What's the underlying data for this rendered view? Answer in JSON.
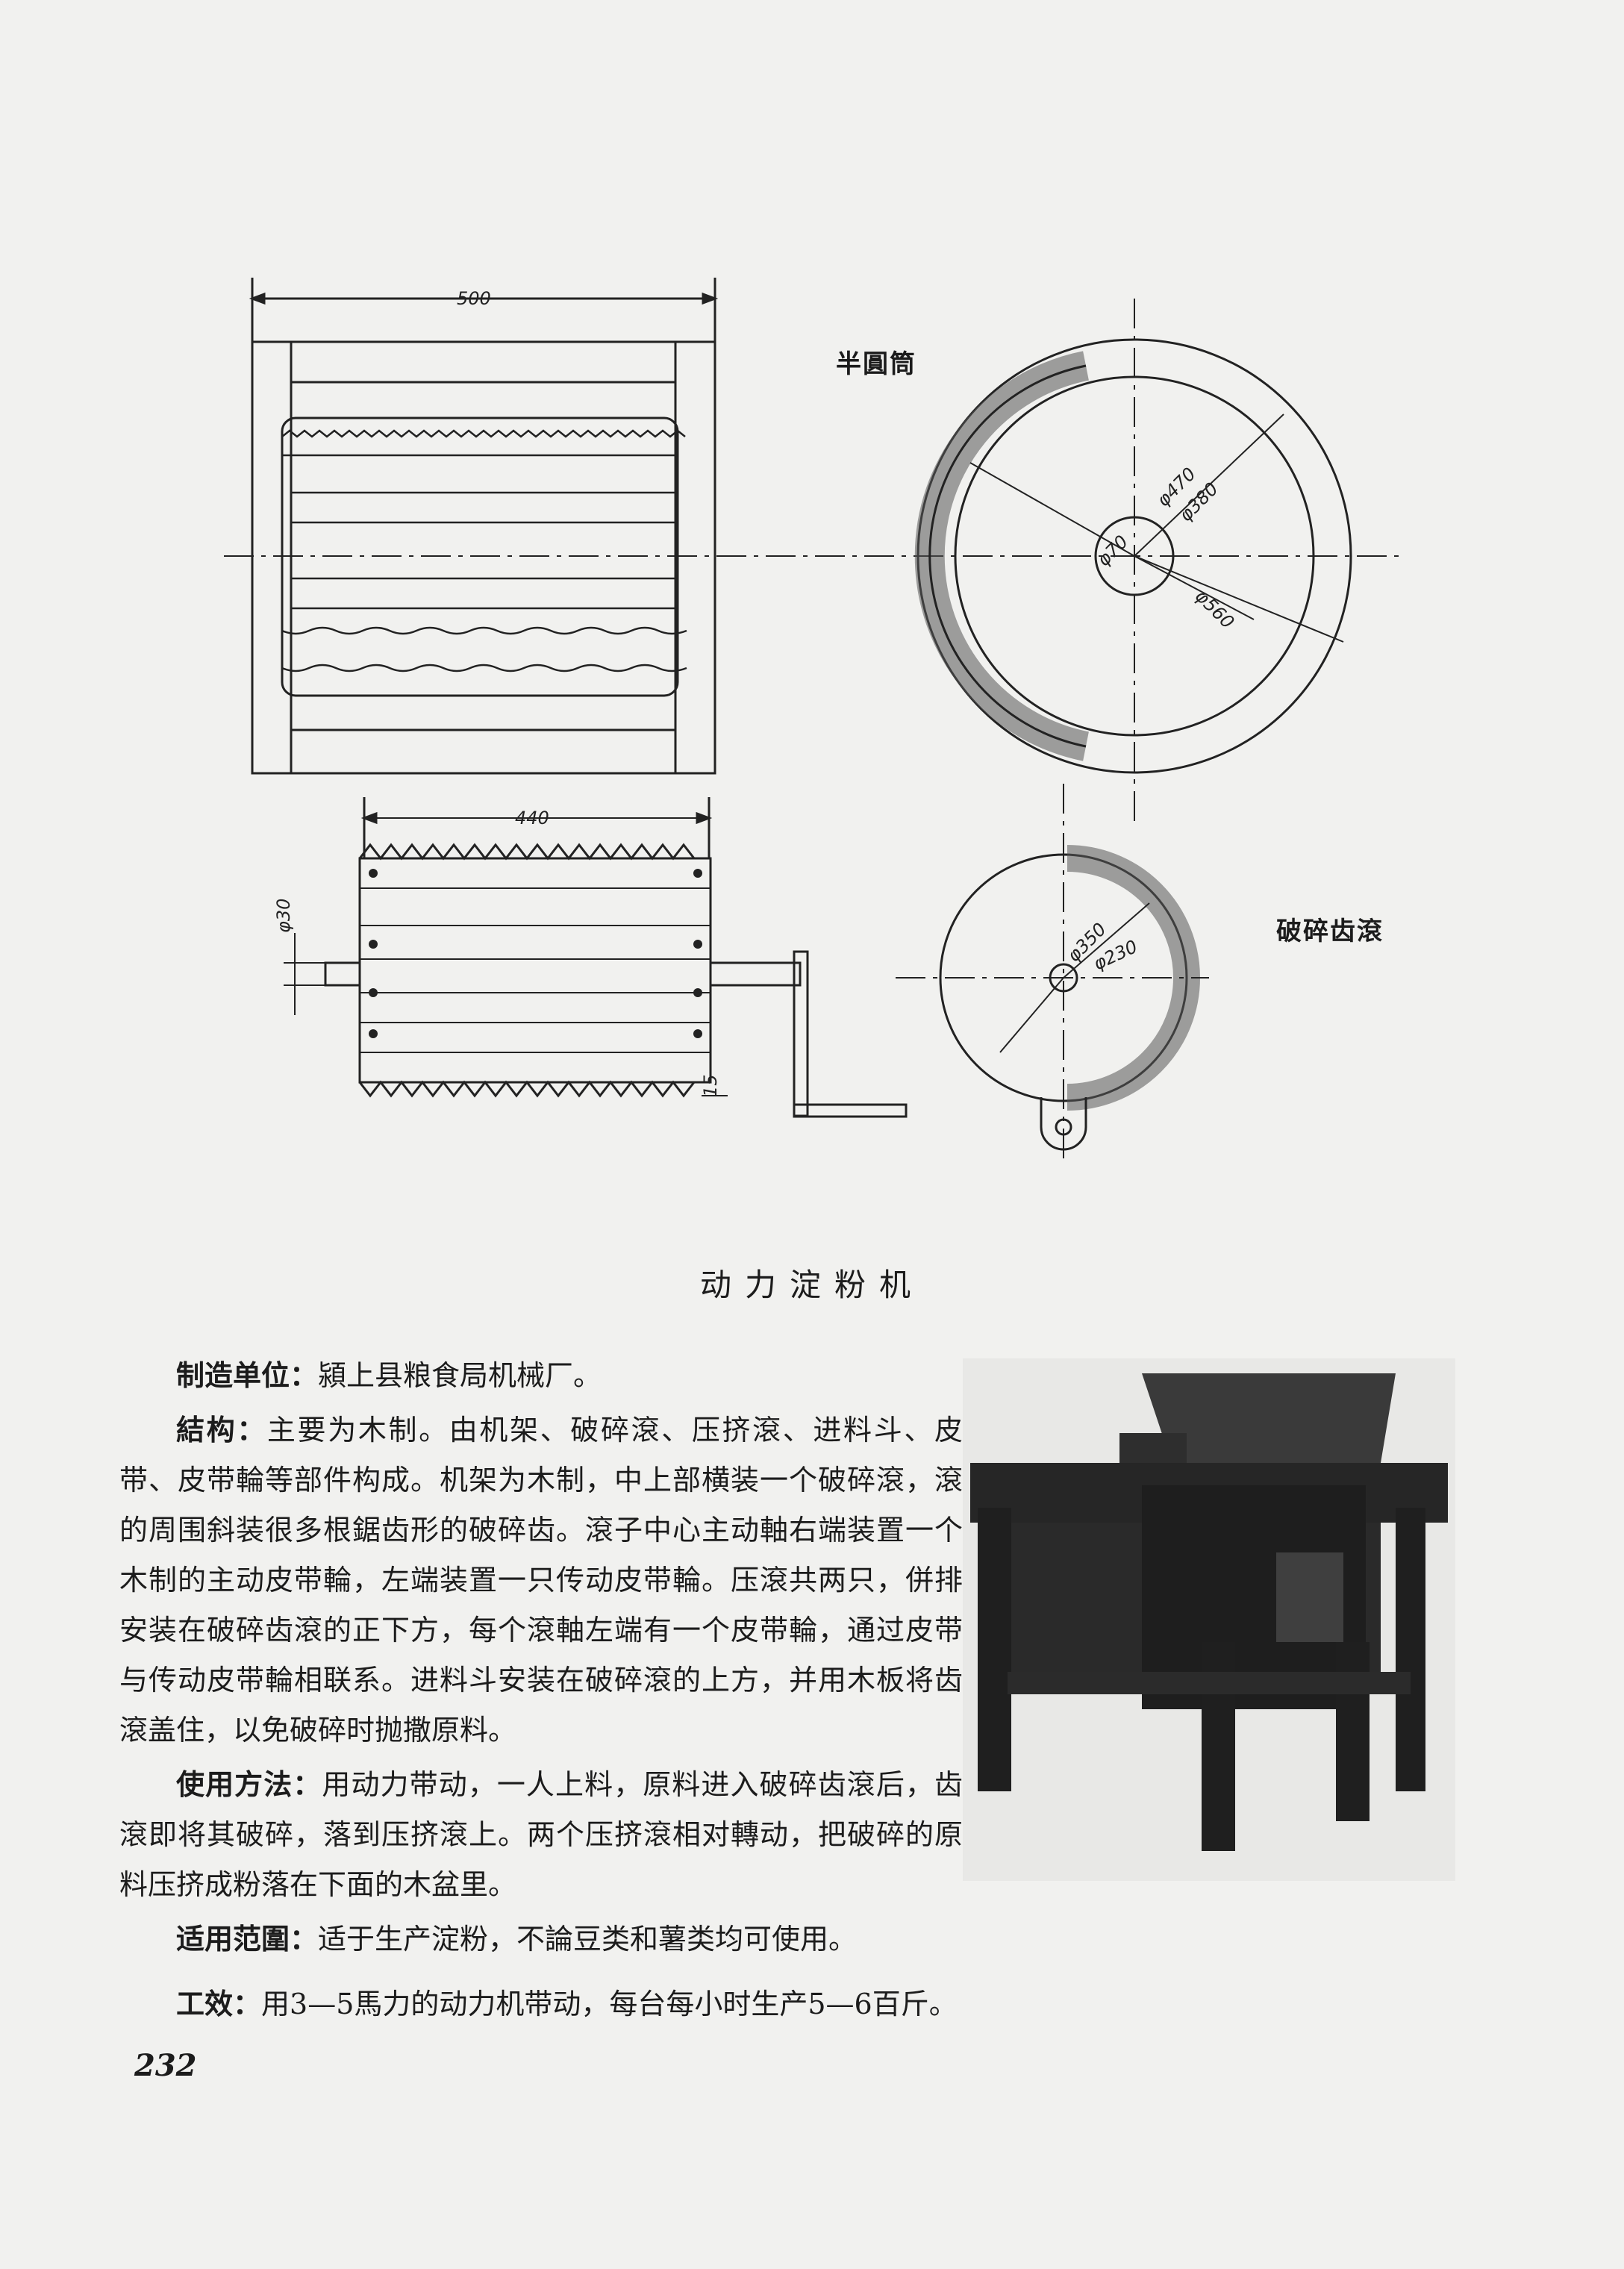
{
  "labels": {
    "half_cylinder": "半圓筒",
    "crushing_roller": "破碎齿滾"
  },
  "dimensions": {
    "top_width": "500",
    "roller_width": "440",
    "shaft_dia": "φ30",
    "tooth_height": "15",
    "d470": "φ470",
    "d380": "φ380",
    "d70": "φ70",
    "d560": "φ560",
    "d350": "φ350",
    "d230": "φ230"
  },
  "title": "动力淀粉机",
  "text": {
    "maker_label": "制造单位：",
    "maker_value": "潁上县粮食局机械厂。",
    "structure_label": "結构：",
    "structure_value": "主要为木制。由机架、破碎滾、压挤滾、进料斗、皮带、皮带輪等部件构成。机架为木制，中上部横装一个破碎滾，滾的周围斜装很多根鋸齿形的破碎齿。滾子中心主动軸右端装置一个木制的主动皮带輪，左端装置一只传动皮带輪。压滾共两只，併排安装在破碎齿滾的正下方，每个滾軸左端有一个皮带輪，通过皮带与传动皮带輪相联系。进料斗安装在破碎滾的上方，并用木板将齿滾盖住，以免破碎时抛撒原料。",
    "usage_label": "使用方法：",
    "usage_value": "用动力带动，一人上料，原料进入破碎齿滾后，齿滾即将其破碎，落到压挤滾上。两个压挤滾相对轉动，把破碎的原料压挤成粉落在下面的木盆里。",
    "scope_label": "适用范圍：",
    "scope_value": "适于生产淀粉，不論豆类和薯类均可使用。",
    "efficiency_label": "工效：",
    "efficiency_value": "用3—5馬力的动力机带动，每台每小时生产5—6百斤。"
  },
  "page_number": "232"
}
